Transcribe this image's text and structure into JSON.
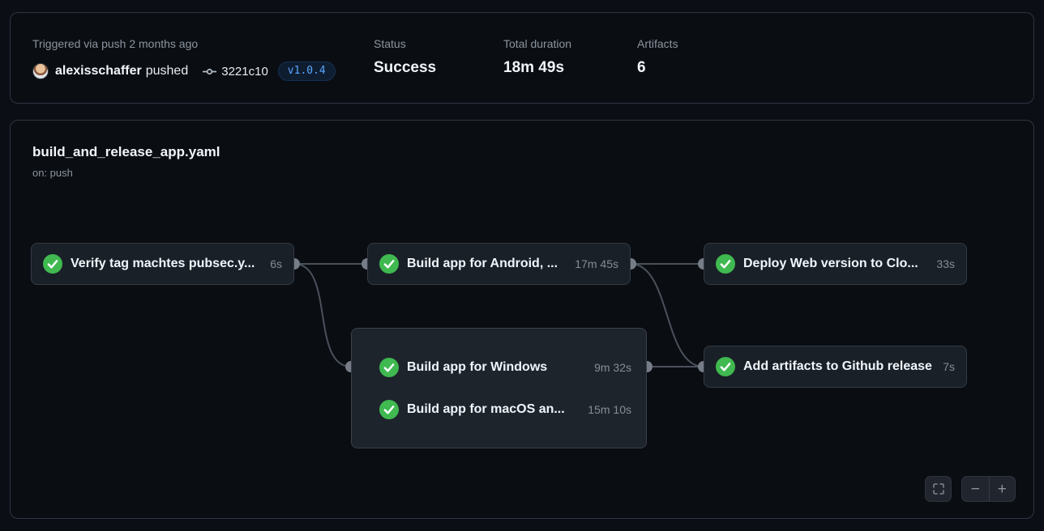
{
  "header": {
    "triggered": "Triggered via push 2 months ago",
    "actor": "alexisschaffer",
    "action": "pushed",
    "commit_sha": "3221c10",
    "tag": "v1.0.4",
    "status_label": "Status",
    "status_value": "Success",
    "duration_label": "Total duration",
    "duration_value": "18m 49s",
    "artifacts_label": "Artifacts",
    "artifacts_value": "6"
  },
  "workflow": {
    "filename": "build_and_release_app.yaml",
    "trigger": "on: push"
  },
  "graph": {
    "nodes": [
      {
        "id": "verify-tag",
        "title": "Verify tag machtes pubsec.y...",
        "duration": "6s",
        "status": "success"
      },
      {
        "id": "build-android",
        "title": "Build app for Android, ...",
        "duration": "17m 45s",
        "status": "success"
      },
      {
        "id": "deploy-web",
        "title": "Deploy Web version to Clo...",
        "duration": "33s",
        "status": "success"
      },
      {
        "id": "build-windows",
        "title": "Build app for Windows",
        "duration": "9m 32s",
        "status": "success"
      },
      {
        "id": "build-macos",
        "title": "Build app for macOS an...",
        "duration": "15m 10s",
        "status": "success"
      },
      {
        "id": "add-artifacts",
        "title": "Add artifacts to Github release",
        "duration": "7s",
        "status": "success"
      }
    ]
  },
  "controls": {
    "fullscreen_icon": "fullscreen-icon",
    "zoom_out_label": "−",
    "zoom_in_label": "+"
  },
  "colors": {
    "success_green": "#3fb950",
    "link_blue": "#58a6ff",
    "edge_gray": "#4a515b",
    "dot_gray": "#767d87"
  }
}
